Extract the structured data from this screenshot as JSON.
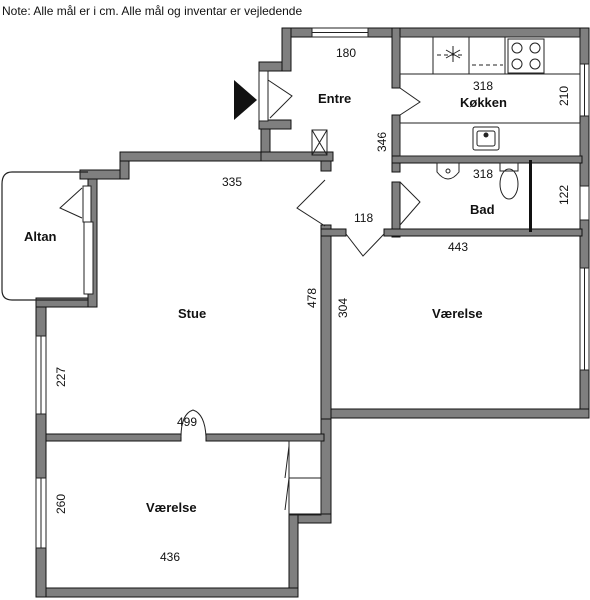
{
  "note": "Note: Alle mål er i cm. Alle mål og inventar er vejledende",
  "rooms": {
    "entre": "Entre",
    "kokken": "Køkken",
    "bad": "Bad",
    "altan": "Altan",
    "stue": "Stue",
    "vaerelse_1": "Værelse",
    "vaerelse_2": "Værelse"
  },
  "dimensions": {
    "entre_width": "180",
    "entre_height": "346",
    "kokken_width": "318",
    "kokken_height": "210",
    "bad_width": "318",
    "bad_height": "122",
    "hall_width": "118",
    "stue_top_width": "335",
    "stue_height": "478",
    "stue_left_height": "227",
    "stue_width": "499",
    "vaerelse_1_width": "443",
    "vaerelse_1_height": "304",
    "vaerelse_2_width": "436",
    "vaerelse_2_height": "260"
  },
  "colors": {
    "wall": "#7f7f7f",
    "wall_outline": "#111111",
    "line": "#222222"
  }
}
